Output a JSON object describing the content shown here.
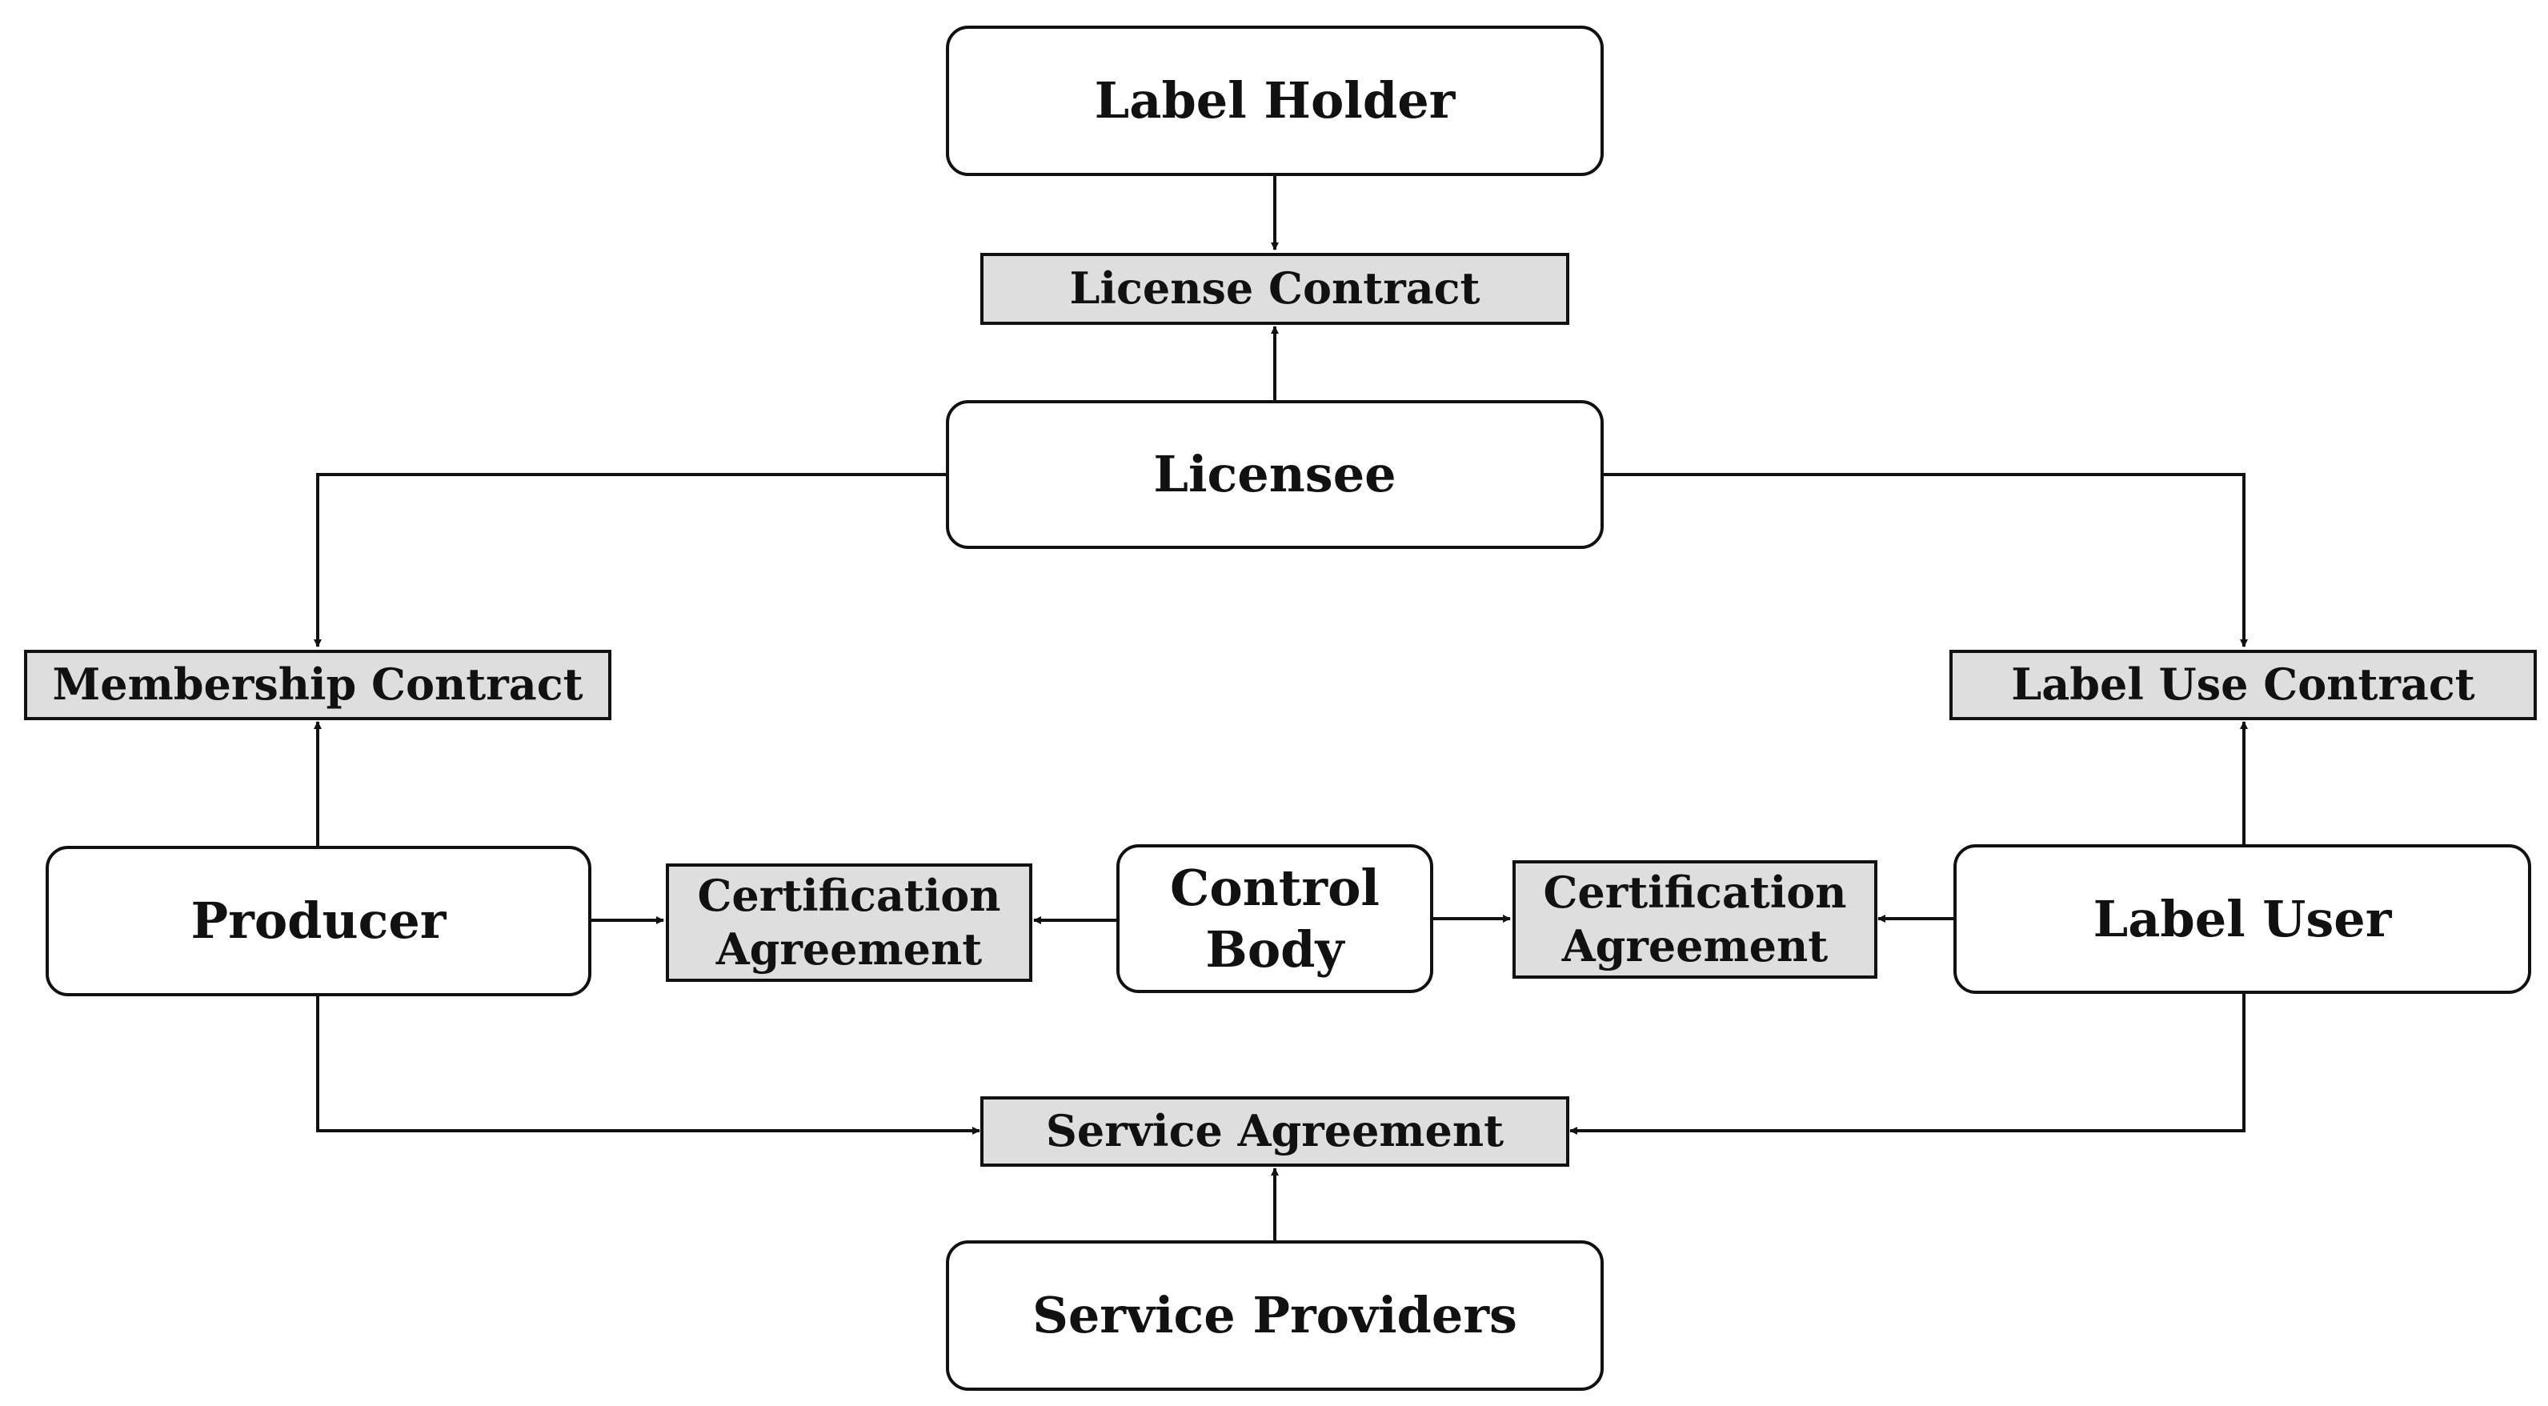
{
  "parties": {
    "label_holder": "Label Holder",
    "licensee": "Licensee",
    "producer": "Producer",
    "control_body": "Control\nBody",
    "label_user": "Label User",
    "service_providers": "Service Providers"
  },
  "contracts": {
    "license_contract": "License Contract",
    "membership_contract": "Membership Contract",
    "label_use_contract": "Label Use Contract",
    "certification_agreement_left": "Certification\nAgreement",
    "certification_agreement_right": "Certification\nAgreement",
    "service_agreement": "Service Agreement"
  },
  "colors": {
    "stroke": "#111111",
    "contract_fill": "#dedede",
    "party_fill": "#ffffff"
  }
}
